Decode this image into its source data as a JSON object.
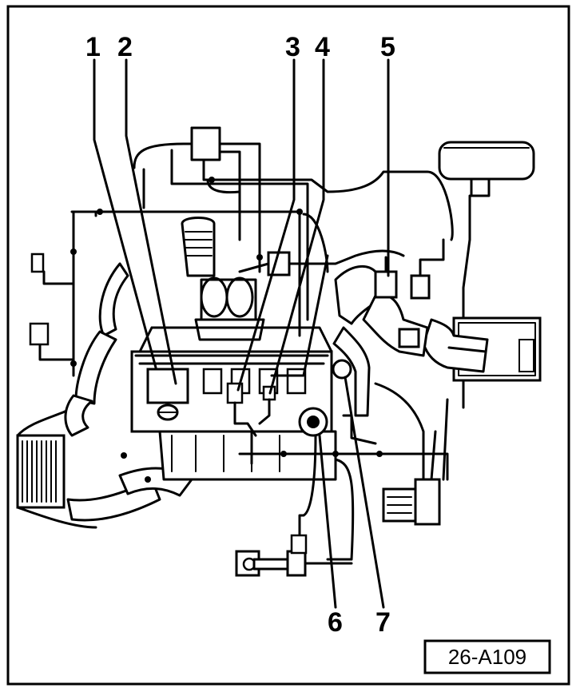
{
  "figure": {
    "reference_code": "26-A109"
  },
  "callouts": [
    {
      "id": 1,
      "label": "1"
    },
    {
      "id": 2,
      "label": "2"
    },
    {
      "id": 3,
      "label": "3"
    },
    {
      "id": 4,
      "label": "4"
    },
    {
      "id": 5,
      "label": "5"
    },
    {
      "id": 6,
      "label": "6"
    },
    {
      "id": 7,
      "label": "7"
    }
  ]
}
